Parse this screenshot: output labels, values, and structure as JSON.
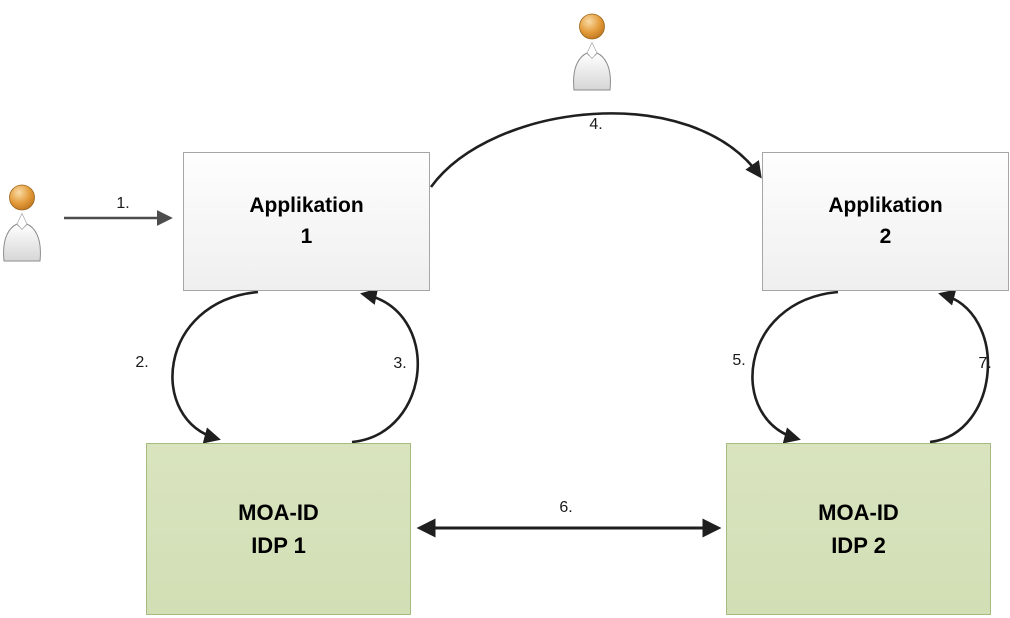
{
  "diagram": {
    "nodes": {
      "app1": {
        "line1": "Applikation",
        "line2": "1"
      },
      "app2": {
        "line1": "Applikation",
        "line2": "2"
      },
      "idp1": {
        "line1": "MOA-ID",
        "line2": "IDP 1"
      },
      "idp2": {
        "line1": "MOA-ID",
        "line2": "IDP 2"
      }
    },
    "steps": {
      "step1": "1.",
      "step2": "2.",
      "step3": "3.",
      "step4": "4.",
      "step5": "5.",
      "step6": "6.",
      "step7": "7."
    },
    "icons": [
      {
        "name": "user-icon-left"
      },
      {
        "name": "user-icon-top"
      }
    ],
    "colors": {
      "app_box_bg_top": "#fefefe",
      "app_box_bg_bottom": "#efefef",
      "app_box_border": "#a6a6a6",
      "idp_box_bg": "#d9e4bf",
      "idp_box_border": "#a6bb80",
      "arrow_color": "#1f1f1f",
      "arrow1_color": "#4d4d4d",
      "step_label_color": "#1a1a1a",
      "person_head_color": "#e09c3c",
      "person_body_color": "#f5f5f5"
    }
  }
}
